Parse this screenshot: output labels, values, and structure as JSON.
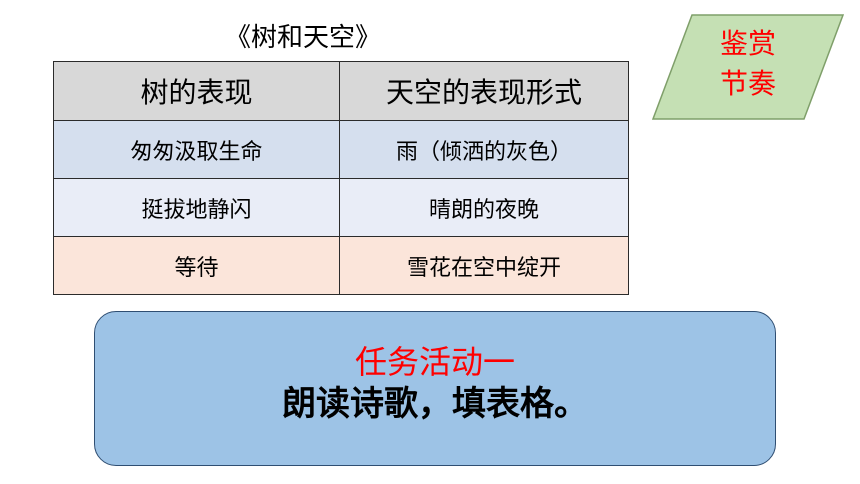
{
  "table": {
    "title": "《树和天空》",
    "headers": [
      "树的表现",
      "天空的表现形式"
    ],
    "rows": [
      [
        "匆匆汲取生命",
        "雨（倾洒的灰色）"
      ],
      [
        "挺拔地静闪",
        "晴朗的夜晚"
      ],
      [
        "等待",
        "雪花在空中绽开"
      ]
    ]
  },
  "badge": {
    "line1": "鉴赏",
    "line2": "节奏",
    "fill_color": "#c5e0b4",
    "border_color": "#7f9f6a",
    "text_color": "#ff0000"
  },
  "task": {
    "title": "任务活动一",
    "description": "朗读诗歌，填表格。",
    "box_color": "#9dc3e6",
    "title_color": "#ff0000"
  }
}
